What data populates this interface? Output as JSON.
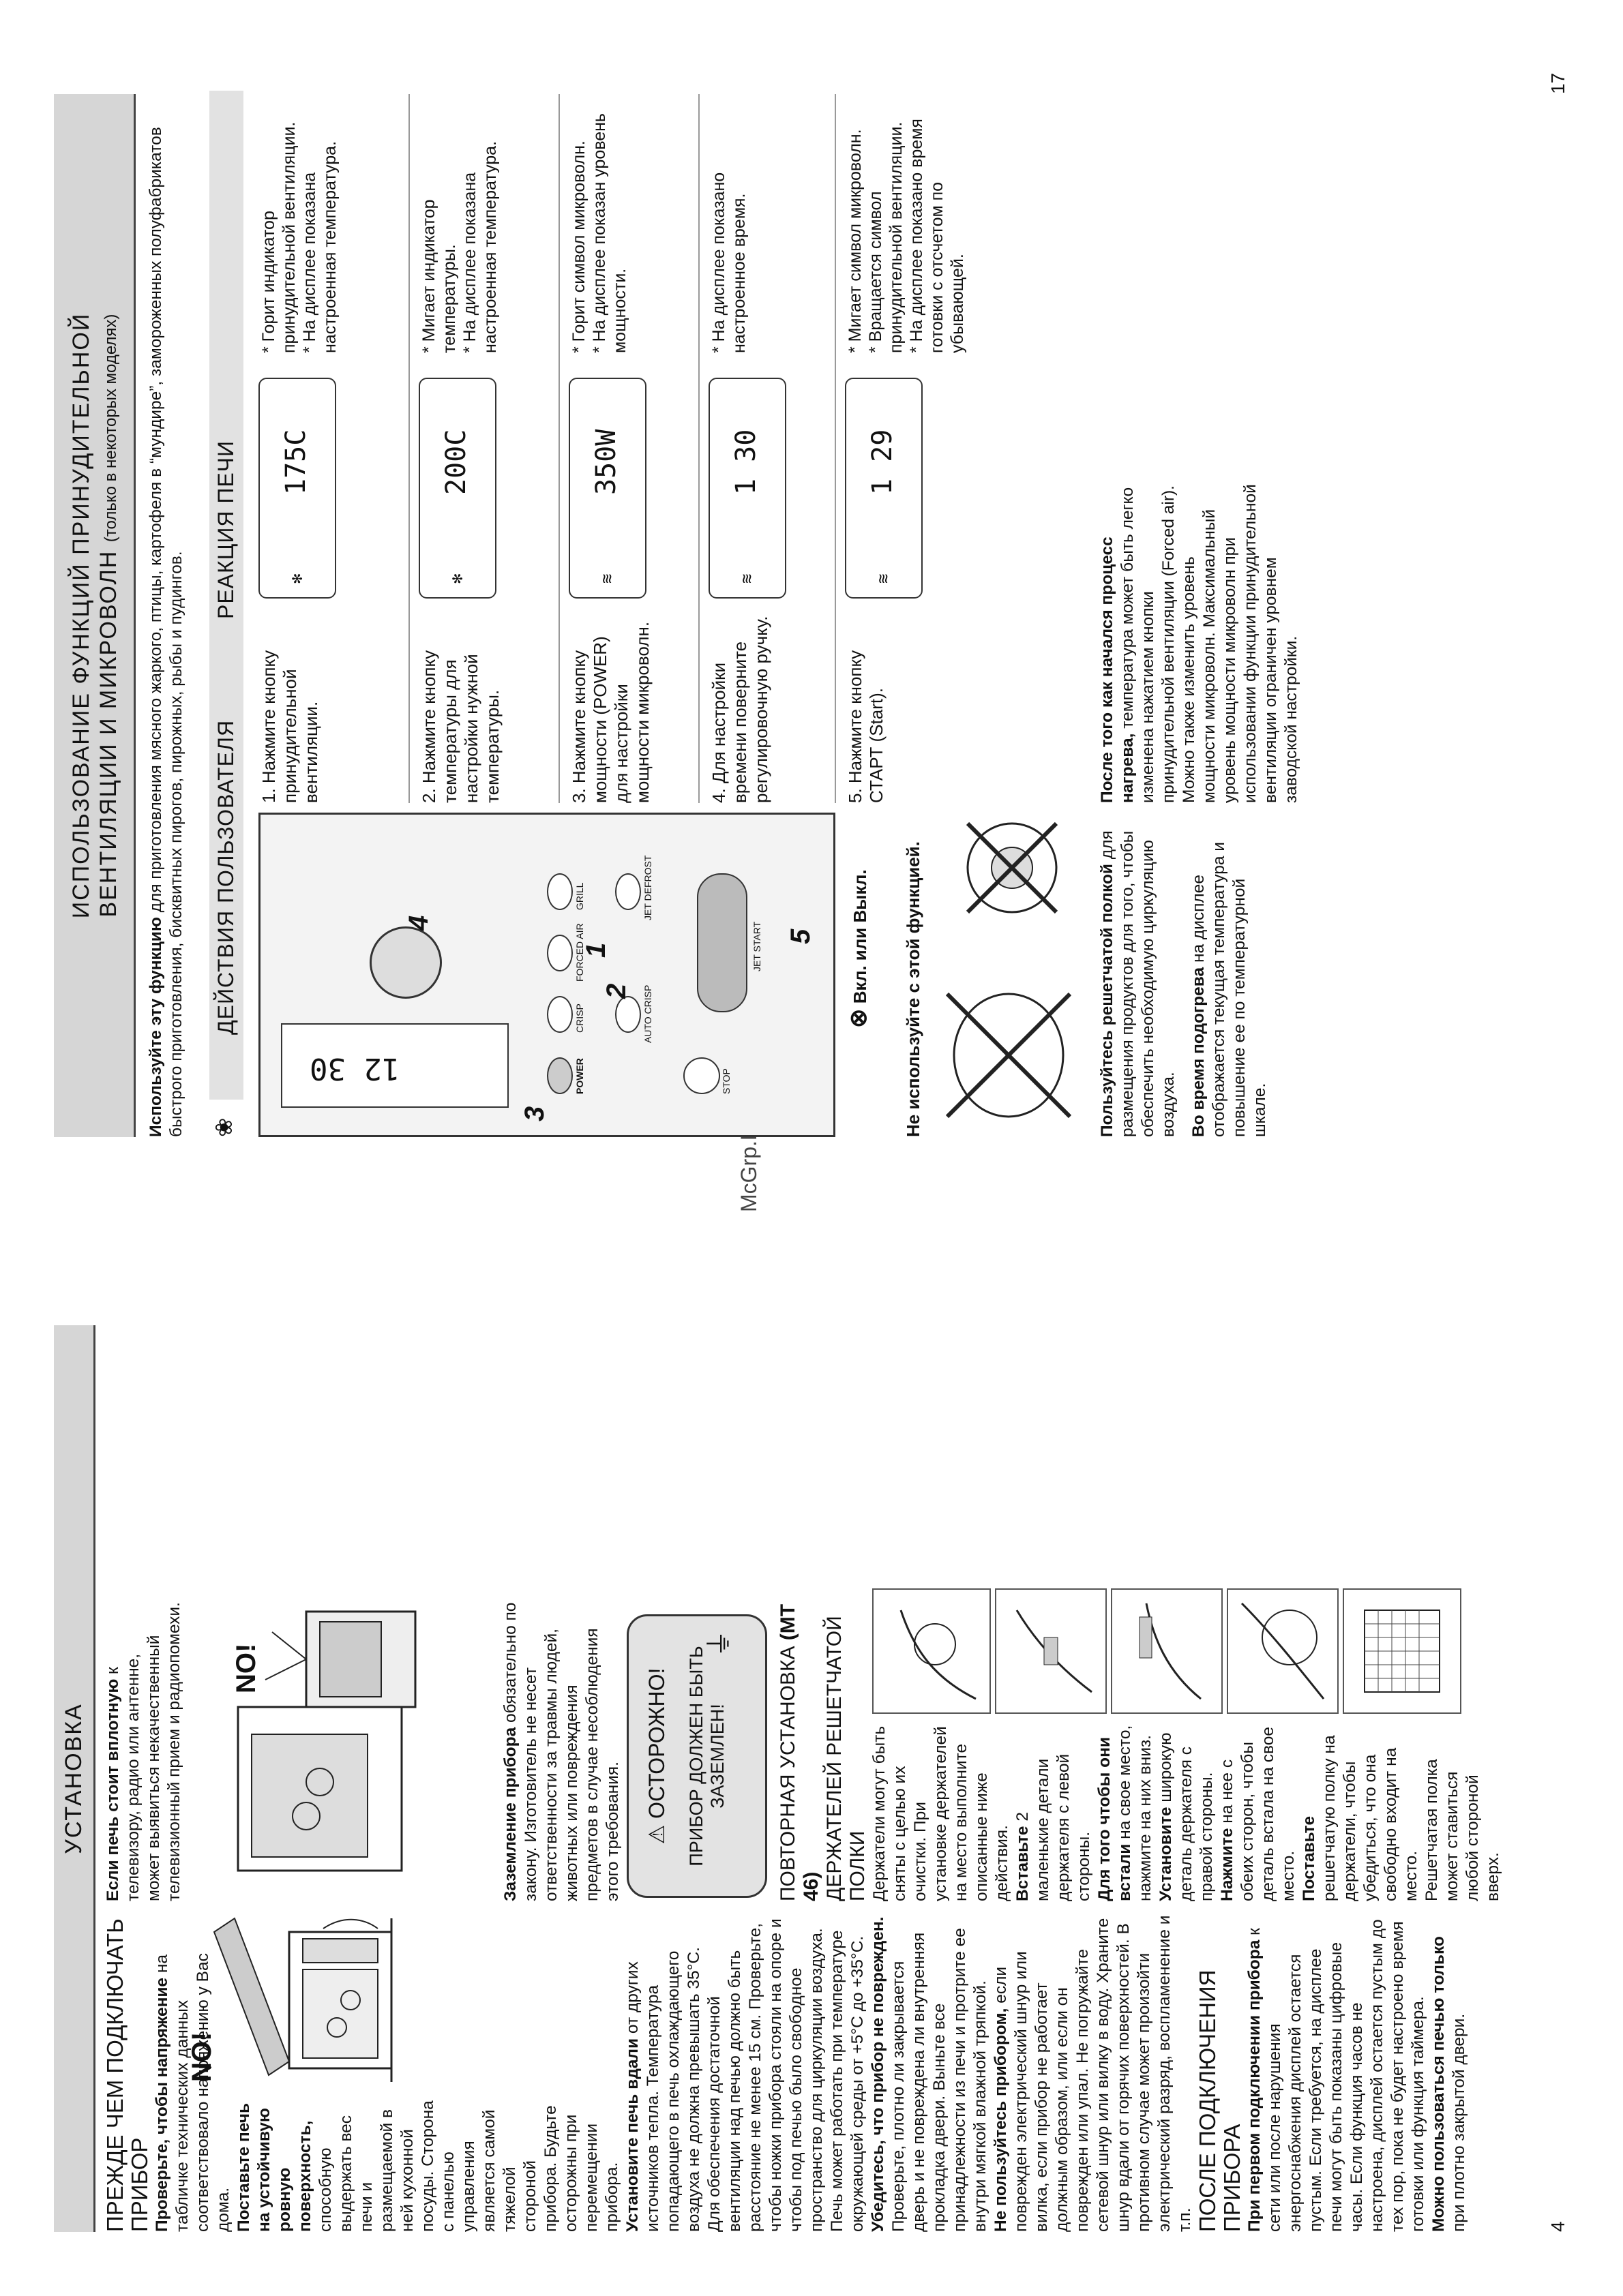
{
  "left_page": {
    "page_number": "4",
    "title": "УСТАНОВКА",
    "before_connect": {
      "heading": "ПРЕЖДЕ ЧЕМ ПОДКЛЮЧАТЬ ПРИБОР",
      "p1_bold": "Проверьте, чтобы напряжение",
      "p1_text": "на табличке технических данных соответствовало напряжению у Вас дома.",
      "p2_bold": "Поставьте печь на устойчивую ровную поверхность,",
      "p2_text": "способную выдержать вес печи и размещаемой в ней кухонной посуды. Сторона с панелью управления является самой тяжелой стороной прибора. Будьте осторожны при перемещении прибора.",
      "p3_bold": "Установите печь вдали",
      "p3_text": "от других источников тепла. Температура попадающего в печь охлаждающего воздуха не должна превышать 35°C. Для обеспечения достаточной вентиляции над печью должно быть расстояние не менее 15 см. Проверьте, чтобы ножки прибора стояли на опоре и чтобы под печью было свободное пространство для циркуляции воздуха. Печь может работать при температуре окружающей среды от +5°C до +35°C.",
      "p4_bold": "Убедитесь, что прибор не поврежден.",
      "p4_text": "Проверьте, плотно ли закрывается дверь и не повреждена ли внутренняя прокладка двери. Выньте все принадлежности из печи и протрите ее внутри мягкой влажной тряпкой.",
      "p5_bold": "Не пользуйтесь прибором,",
      "p5_text": "если поврежден электрический шнур или вилка, если прибор не работает должным образом, или если он поврежден или упал. Не погружайте сетевой шнур или вилку в воду. Храните шнур вдали от горячих поверхностей. В противном случае может произойти электрический разряд, воспламенение и т.п."
    },
    "after_connect": {
      "heading": "ПОСЛЕ ПОДКЛЮЧЕНИЯ ПРИБОРА",
      "p1_bold": "При первом подключении прибора",
      "p1_text": "к сети или после нарушения энергоснабжения дисплей остается пустым. Если требуется, на дисплее печи могут быть показаны цифровые часы. Если функция часов не настроена, дисплей остается пустым до тех пор, пока не будет настроено время готовки или функция таймера.",
      "p2_bold": "Можно пользоваться печью только",
      "p2_text": "при плотно закрытой двери."
    },
    "no_label_1": "NO!",
    "no_label_2": "NO!",
    "tv": {
      "bold": "Если печь стоит вплотную",
      "text": "к телевизору, радио или антенне, может выявиться некачественный телевизионный прием и радиопомехи."
    },
    "ground": {
      "bold": "Заземление прибора",
      "text": "обязательно по закону. Изготовитель не несет ответственности за травмы людей, животных или повреждения предметов в случае несоблюдения этого требования."
    },
    "warning": {
      "title": "ОСТОРОЖНО!",
      "line1": "ПРИБОР ДОЛЖЕН БЫТЬ",
      "line2": "ЗАЗЕМЛЕН!"
    },
    "reinstall": {
      "heading1": "ПОВТОРНАЯ УСТАНОВКА",
      "model": "(MT 46)",
      "heading2": "ДЕРЖАТЕЛЕЙ РЕШЕТЧАТОЙ ПОЛКИ",
      "p1": "Держатели могут быть сняты с целью их очистки. При установке держателей на место выполните описанные ниже действия.",
      "p2_bold": "Вставьте",
      "p2_text": "2 маленькие детали держателя с левой стороны.",
      "p3_bold": "Для того чтобы они встали",
      "p3_text": "на свое место, нажмите на них вниз.",
      "p4_bold": "Установите",
      "p4_text": "широкую деталь держателя с правой стороны.",
      "p5_bold": "Нажмите",
      "p5_text": "на нее с обеих сторон, чтобы деталь встала на свое место.",
      "p6_bold": "Поставьте",
      "p6_text": "решетчатую полку на держатели, чтобы убедиться, что она свободно входит на место.",
      "p7": "Решетчатая полка может ставиться любой стороной вверх."
    }
  },
  "watermark": "McGrp.Ru",
  "right_page": {
    "page_number": "17",
    "title_line1": "ИСПОЛЬЗОВАНИЕ ФУНКЦИЙ ПРИНУДИТЕЛЬНОЙ",
    "title_line2": "ВЕНТИЛЯЦИИ И МИКРОВОЛН",
    "title_note": "(только в некоторых моделях)",
    "intro_bold": "Используйте эту функцию",
    "intro_text": "для приготовления мясного жаркого, птицы, картофеля в “мундире”, замороженных полуфабрикатов быстрого приготовления, бисквитных пирогов, пирожных, рыбы и пудингов.",
    "col_user": "ДЕЙСТВИЯ ПОЛЬЗОВАТЕЛЯ",
    "col_oven": "РЕАКЦИЯ ПЕЧИ",
    "panel": {
      "display": "12 30",
      "grill": "GRILL",
      "jet_defrost": "JET DEFROST",
      "auto_crisp": "AUTO CRISP",
      "forced_air": "FORCED AIR",
      "crisp": "CRISP",
      "power": "POWER",
      "stop": "STOP",
      "jet_start": "JET START",
      "n1": "1",
      "n2": "2",
      "n3": "3",
      "n4": "4",
      "n5": "5"
    },
    "steps": [
      {
        "text": "1. Нажмите кнопку принудительной вентиляции.",
        "display": "175C",
        "reactions": [
          "Горит индикатор принудительной вентиляции.",
          "На дисплее показана настроенная температура."
        ]
      },
      {
        "text": "2. Нажмите кнопку температуры для настройки нужной температуры.",
        "display": "200C",
        "reactions": [
          "Мигает индикатор температуры.",
          "На дисплее показана настроенная температура."
        ]
      },
      {
        "text": "3. Нажмите кнопку мощности (POWER) для настройки мощности микроволн.",
        "display": "350W",
        "reactions": [
          "Горит символ микроволн.",
          "На дисплее показан уровень мощности."
        ]
      },
      {
        "text": "4. Для настройки времени поверните регулировочную ручку.",
        "display": "1 30",
        "reactions": [
          "На дисплее показано настроенное время."
        ]
      },
      {
        "text": "5. Нажмите кнопку СТАРТ (Start).",
        "display": "1 29",
        "reactions": [
          "Мигает символ микроволн.",
          "Вращается символ принудительной вентиляции.",
          "На дисплее показано время готовки с отсчетом по убывающей."
        ]
      }
    ],
    "onoff": "Вкл. или Выкл.",
    "dont_use": "Не используйте с этой функцией.",
    "note1_bold": "Пользуйтесь решетчатой полкой",
    "note1_text": "для размещения продуктов для того, чтобы обеспечить необходимую циркуляцию воздуха.",
    "note2_bold": "Во время подогрева",
    "note2_text": "на дисплее отображается текущая температура и повышение ее по температурной шкале.",
    "note3_bold": "После того как начался процесс нагрева,",
    "note3_text": "температура может быть легко изменена нажатием кнопки принудительной вентиляции (Forced air). Можно также изменить уровень мощности микроволн. Максимальный уровень мощности микроволн при использовании функции принудительной вентиляции ограничен уровнем заводской настройки."
  }
}
